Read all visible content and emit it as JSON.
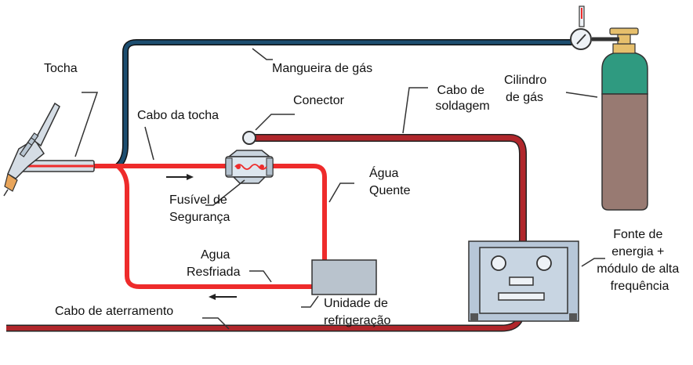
{
  "labels": {
    "tocha": "Tocha",
    "mangueira_gas": "Mangueira de gás",
    "cabo_tocha": "Cabo da tocha",
    "conector": "Conector",
    "cabo_soldagem": [
      "Cabo de",
      "soldagem"
    ],
    "cilindro_gas": [
      "Cilindro",
      "de gás"
    ],
    "agua_quente": [
      "Água",
      "Quente"
    ],
    "fusivel": [
      "Fusível de",
      "Segurança"
    ],
    "agua_resfriada": [
      "Agua",
      "Resfriada"
    ],
    "unidade_refrigeracao": [
      "Unidade de",
      "refrigeração"
    ],
    "cabo_aterramento": "Cabo de aterramento",
    "fonte_energia": [
      "Fonte de",
      "energia +",
      "módulo de alta",
      "frequência"
    ]
  },
  "colors": {
    "hot_water": "#ee2b2b",
    "gas_hose": "#1d4e70",
    "weld_cable": "#b0262b",
    "cylinder_top": "#2f9a80",
    "cylinder_body": "#987a72",
    "power_source": "#b7c7d8",
    "cooler": "#b9c3cd"
  }
}
